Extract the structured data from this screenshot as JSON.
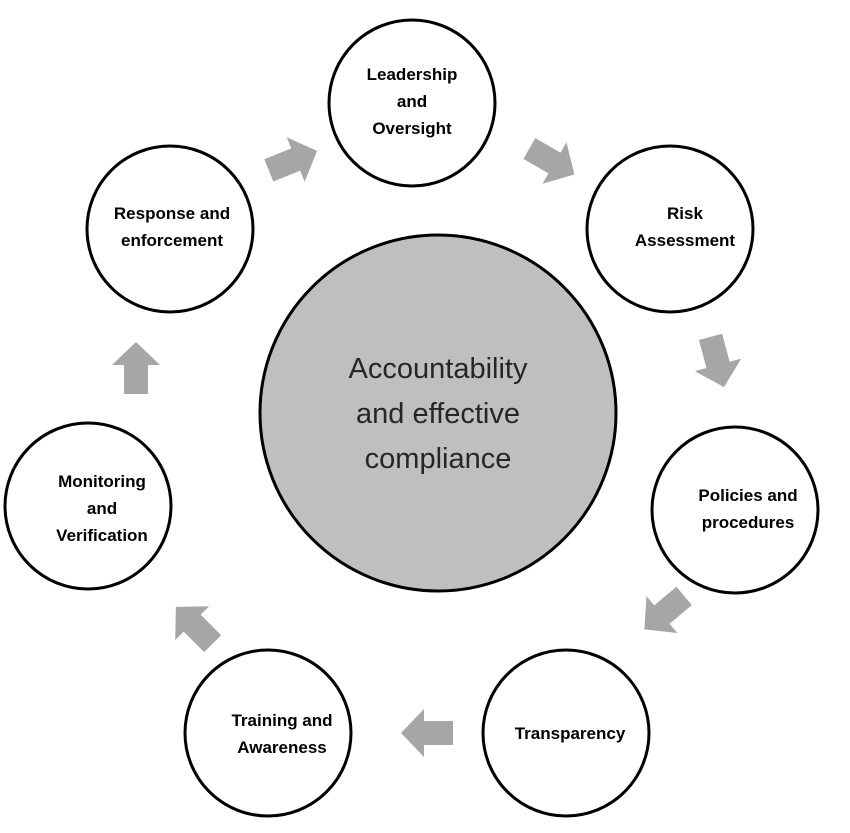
{
  "center": {
    "lines": [
      "Accountability",
      "and effective",
      "compliance"
    ]
  },
  "nodes": [
    {
      "id": "leadership",
      "lines": [
        "Leadership",
        "and",
        "Oversight"
      ]
    },
    {
      "id": "risk",
      "lines": [
        "Risk",
        "Assessment"
      ]
    },
    {
      "id": "policies",
      "lines": [
        "Policies and",
        "procedures"
      ]
    },
    {
      "id": "transparency",
      "lines": [
        "Transparency"
      ]
    },
    {
      "id": "training",
      "lines": [
        "Training and",
        "Awareness"
      ]
    },
    {
      "id": "monitoring",
      "lines": [
        "Monitoring",
        "and",
        "Verification"
      ]
    },
    {
      "id": "response",
      "lines": [
        "Response and",
        "enforcement"
      ]
    }
  ],
  "colors": {
    "center_fill": "#bfbfbf",
    "node_fill": "#ffffff",
    "arrow_fill": "#a6a6a6",
    "outline": "#000000"
  }
}
